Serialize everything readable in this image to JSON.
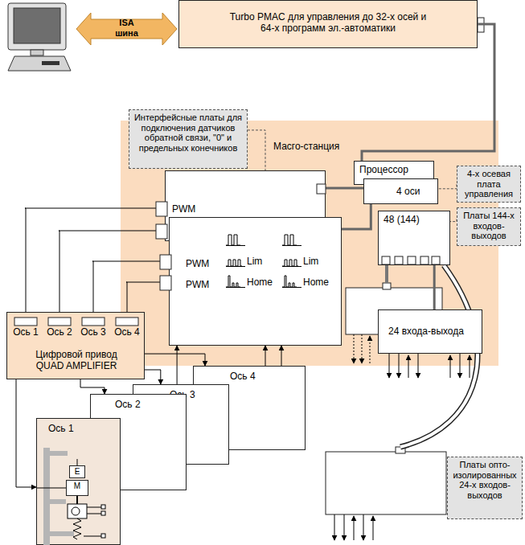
{
  "diagram": {
    "nodes": [
      {
        "text": [
          "ISA шина"
        ]
      },
      {
        "text": [
          "Turbo PMAC для управления до 32-х осей и 64-х программ эл.-автоматики"
        ]
      },
      {
        "text": [
          "Интерфейсные платы для подключения датчиков обратной связи, \"0\" и предельных конечников"
        ]
      },
      {
        "text": [
          "Масго-станция"
        ]
      },
      {
        "text": [
          "PWM"
        ],
        "in": 3
      },
      {
        "text": [
          "PWM",
          "PWM",
          "Lim",
          "Lim",
          "Home",
          "Home"
        ],
        "in": 3
      },
      {
        "text": [
          "Процессор"
        ],
        "in": 3
      },
      {
        "text": [
          "4 оси"
        ],
        "in": 3
      },
      {
        "text": [
          "48 (144)"
        ],
        "in": 3
      },
      {
        "text": [
          "24 входа-выхода"
        ],
        "in": 3
      },
      {
        "text": [
          "4-х осевая плата управления"
        ]
      },
      {
        "text": [
          "Платы 144-х входов-выходов"
        ]
      },
      {
        "text": [
          "Цифровой привод QUAD AMPLIFIER"
        ]
      },
      {
        "text": [
          "Ось 1"
        ],
        "in": 12
      },
      {
        "text": [
          "Ось 2"
        ],
        "in": 12
      },
      {
        "text": [
          "Ось 3"
        ],
        "in": 12
      },
      {
        "text": [
          "Ось 4"
        ],
        "in": 12
      },
      {
        "text": [
          "Ось 1"
        ]
      },
      {
        "text": [
          "Ось 2"
        ]
      },
      {
        "text": [
          "Ось 3"
        ]
      },
      {
        "text": [
          "Ось 4"
        ]
      },
      {
        "text": [
          "E"
        ],
        "in": 17
      },
      {
        "text": [
          "M"
        ],
        "in": 17
      },
      {
        "text": [
          "Платы опто-изолированных 24-х входов-выходов"
        ]
      }
    ],
    "edges": [
      {
        "from": 1,
        "to": 6,
        "arrow": "none"
      },
      {
        "from": 7,
        "to": 4,
        "arrow": "none"
      },
      {
        "from": 7,
        "to": 5,
        "arrow": "none"
      },
      {
        "from": 4,
        "to": 13,
        "arrow": "none"
      },
      {
        "from": 4,
        "to": 14,
        "arrow": "none"
      },
      {
        "from": 5,
        "to": 15,
        "arrow": "none"
      },
      {
        "from": 5,
        "to": 16,
        "arrow": "none"
      },
      {
        "from": 12,
        "to": 17,
        "arrow": "to"
      },
      {
        "from": 12,
        "to": 18,
        "arrow": "to"
      },
      {
        "from": 12,
        "to": 19,
        "arrow": "to"
      },
      {
        "from": 12,
        "to": 20,
        "arrow": "to"
      },
      {
        "from": 19,
        "to": 5,
        "arrow": "to"
      },
      {
        "from": 20,
        "to": 5,
        "arrow": "to"
      },
      {
        "from": 20,
        "to": 5,
        "arrow": "to"
      },
      {
        "from": 8,
        "to": 9,
        "arrow": "none"
      },
      {
        "from": 2,
        "to": 4,
        "arrow": "none"
      },
      {
        "from": 10,
        "to": 7,
        "arrow": "none"
      },
      {
        "from": 11,
        "to": 8,
        "arrow": "none"
      }
    ]
  }
}
